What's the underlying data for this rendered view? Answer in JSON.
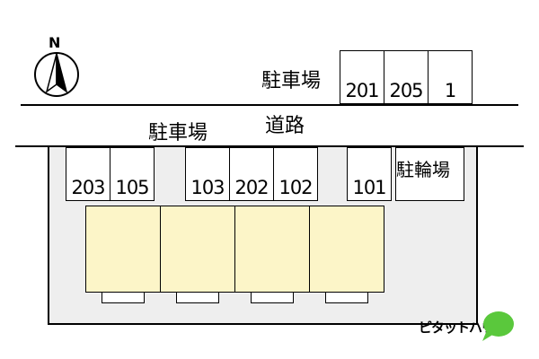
{
  "compass": {
    "label": "N",
    "icon": "north-arrow-icon"
  },
  "road": {
    "label": "道路"
  },
  "parking_top": {
    "label": "駐車場",
    "spaces": [
      "201",
      "205",
      "1"
    ]
  },
  "parking_bottom": {
    "label": "駐車場",
    "spaces": [
      "203",
      "105",
      "103",
      "202",
      "102",
      "101"
    ]
  },
  "bicycle_parking": {
    "label": "駐輪場"
  },
  "building": {
    "unit_count": 4
  },
  "logo": {
    "text": "ピタットハウス",
    "icon": "speech-bubble-icon"
  },
  "colors": {
    "unit_fill": "#fcf5c8",
    "lot_fill": "#eeeeee",
    "logo_green": "#5ac83c"
  }
}
